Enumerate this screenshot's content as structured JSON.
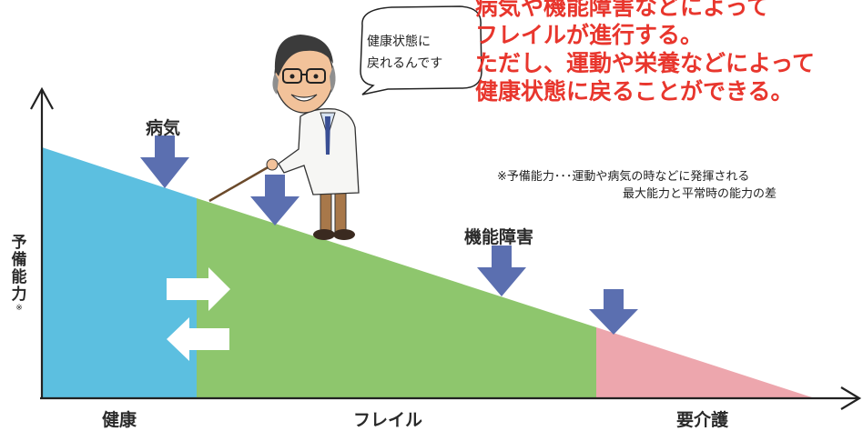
{
  "headline": [
    "病気や機能障害などによって",
    "フレイルが進行する。",
    "ただし、運動や栄養などによって",
    "健康状態に戻ることができる。"
  ],
  "footnote": [
    "※予備能力･･･運動や病気の時などに発揮される",
    "最大能力と平常時の能力の差"
  ],
  "y_axis_label": {
    "text": "予備能力",
    "mark": "※"
  },
  "zones": [
    {
      "label": "健康",
      "color": "#5cbfe0"
    },
    {
      "label": "フレイル",
      "color": "#8ec66d"
    },
    {
      "label": "要介護",
      "color": "#eda6ad"
    }
  ],
  "events": [
    {
      "label": "病気"
    },
    {
      "label": "機能障害"
    }
  ],
  "speech_bubble": [
    "健康状態に",
    "戻れるんです"
  ],
  "colors": {
    "headline": "#e8362d",
    "down_arrow": "#5b6fb0",
    "axis": "#222222"
  },
  "icons": [
    "doctor-illustration",
    "pointer-stick",
    "down-arrow-icon",
    "right-arrow-icon",
    "left-arrow-icon"
  ]
}
